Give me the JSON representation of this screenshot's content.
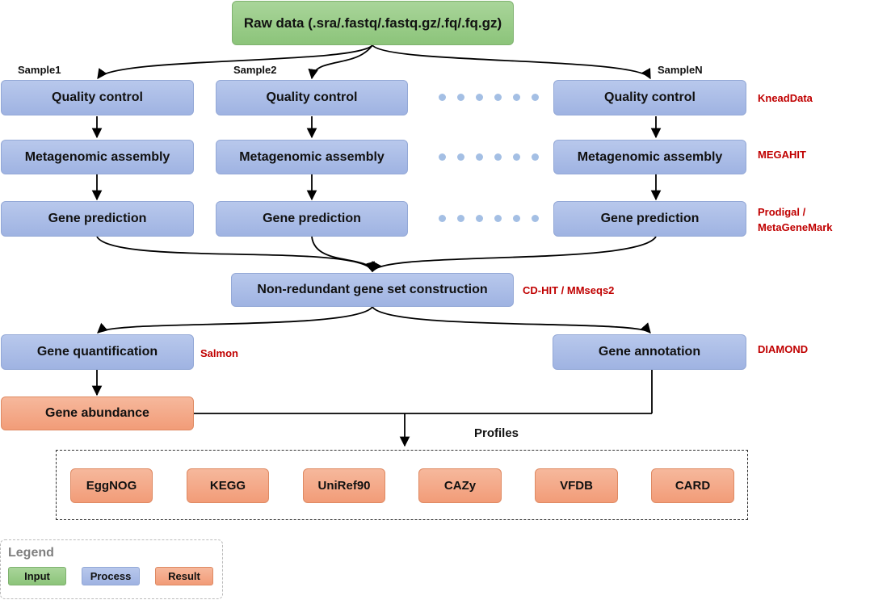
{
  "input": {
    "label": "Raw data (.sra/.fastq/.fastq.gz/.fq/.fq.gz)"
  },
  "samples": [
    "Sample1",
    "Sample2",
    "SampleN"
  ],
  "steps": {
    "quality_control": "Quality control",
    "assembly": "Metagenomic assembly",
    "gene_prediction": "Gene prediction"
  },
  "tools": {
    "quality_control": "KneadData",
    "assembly": "MEGAHIT",
    "gene_prediction_line1": "Prodigal /",
    "gene_prediction_line2": "MetaGeneMark",
    "nonredundant": "CD-HIT / MMseqs2",
    "quantification": "Salmon",
    "annotation": "DIAMOND"
  },
  "nonredundant": "Non-redundant gene set construction",
  "quantification": "Gene quantification",
  "annotation": "Gene annotation",
  "abundance": "Gene abundance",
  "profiles": {
    "title": "Profiles",
    "items": [
      "EggNOG",
      "KEGG",
      "UniRef90",
      "CAZy",
      "VFDB",
      "CARD"
    ]
  },
  "legend": {
    "title": "Legend",
    "input": "Input",
    "process": "Process",
    "result": "Result"
  },
  "colors": {
    "input": "#8cc47a",
    "process": "#9fb3e2",
    "result": "#f29c78",
    "tool_text": "#c00000"
  }
}
